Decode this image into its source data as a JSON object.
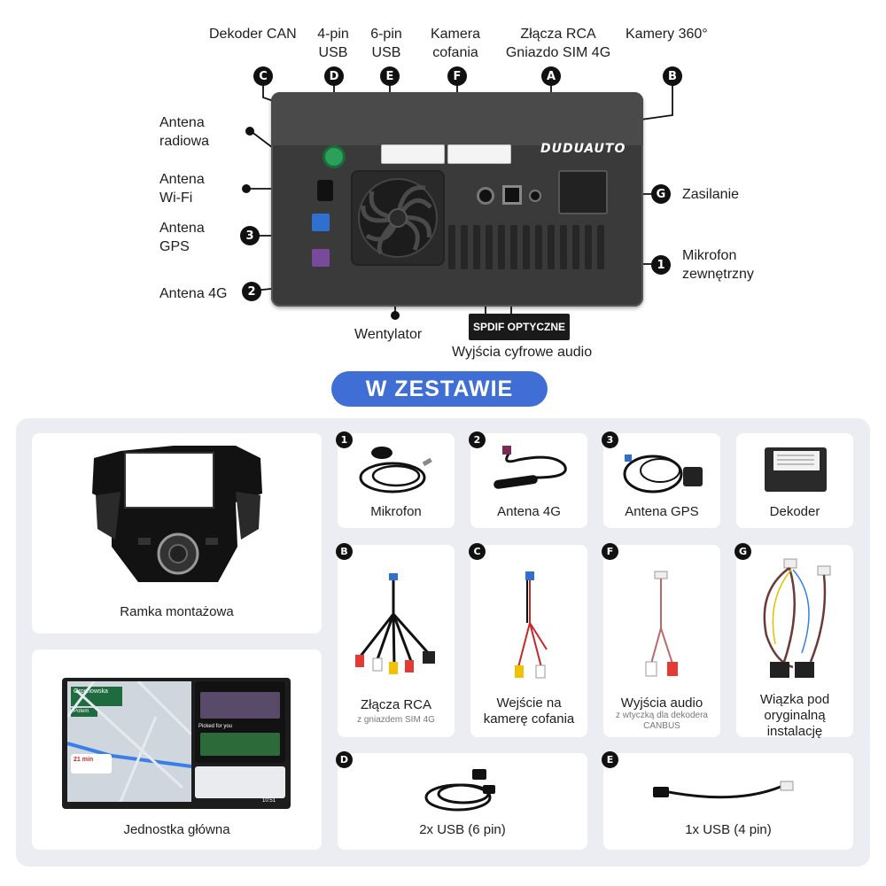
{
  "top_labels": {
    "dekoder_can": "Dekoder CAN",
    "usb_4pin": "4-pin\nUSB",
    "usb_6pin": "6-pin\nUSB",
    "kamera_cofania": "Kamera\ncofania",
    "zlacza_rca": "Złącza RCA\nGniazdo SIM 4G",
    "kamery_360": "Kamery 360°"
  },
  "badges": {
    "C": "C",
    "D": "D",
    "E": "E",
    "F": "F",
    "A": "A",
    "B": "B",
    "G": "G",
    "n1": "1",
    "n2": "2",
    "n3": "3"
  },
  "side_labels": {
    "antena_radiowa": "Antena\nradiowa",
    "antena_wifi": "Antena\nWi-Fi",
    "antena_gps": "Antena\nGPS",
    "antena_4g": "Antena 4G",
    "zasilanie": "Zasilanie",
    "mikrofon_zewnetrzny": "Mikrofon\nzewnętrzny",
    "wentylator": "Wentylator",
    "spdif": "SPDIF OPTYCZNE",
    "wyjscia_cyfrowe": "Wyjścia cyfrowe audio"
  },
  "device": {
    "brand": "DUDUAUTO"
  },
  "section_title": "W ZESTAWIE",
  "kit": {
    "ramka": "Ramka montażowa",
    "jednostka": "Jednostka główna",
    "mikrofon": "Mikrofon",
    "antena_4g": "Antena 4G",
    "antena_gps": "Antena GPS",
    "dekoder": "Dekoder",
    "rca_name": "Złącza RCA",
    "rca_sub": "z gniazdem SIM 4G",
    "kamera_name": "Wejście na\nkamerę cofania",
    "audio_name": "Wyjścia audio",
    "audio_sub": "z wtyczką dla dekodera\nCANBUS",
    "wiazka_name": "Wiązka pod\noryginalną\ninstalację",
    "usb6": "2x USB (6 pin)",
    "usb4": "1x USB (4 pin)"
  },
  "screen": {
    "street_name": "Grochowska",
    "next_label": "Potem",
    "eta": "21 min",
    "picked": "Picked for you",
    "clock": "10:51"
  },
  "colors": {
    "pill": "#3f6fd4",
    "panel": "#ecedf2",
    "device": "#3a3a3a"
  }
}
